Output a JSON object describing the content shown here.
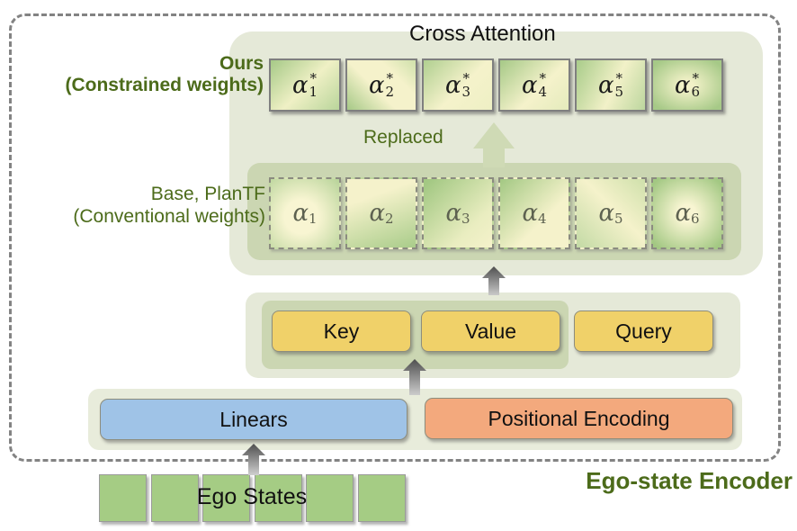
{
  "diagram": {
    "title": "Cross Attention",
    "encoder_label": "Ego-state Encoder",
    "replaced_label": "Replaced",
    "constrained": {
      "label_line1": "Ours",
      "label_line2": "(Constrained weights)",
      "boxes": [
        {
          "sym": "α",
          "sup": "*",
          "sub": "1",
          "variant": "g1"
        },
        {
          "sym": "α",
          "sup": "*",
          "sub": "2",
          "variant": "g2"
        },
        {
          "sym": "α",
          "sup": "*",
          "sub": "3",
          "variant": "g3"
        },
        {
          "sym": "α",
          "sup": "*",
          "sub": "4",
          "variant": "g4"
        },
        {
          "sym": "α",
          "sup": "*",
          "sub": "5",
          "variant": "g5"
        },
        {
          "sym": "α",
          "sup": "*",
          "sub": "6",
          "variant": "g6"
        }
      ]
    },
    "conventional": {
      "label_line1": "Base, PlanTF",
      "label_line2": "(Conventional weights)",
      "boxes": [
        {
          "sym": "α",
          "sub": "1",
          "variant": "h1"
        },
        {
          "sym": "α",
          "sub": "2",
          "variant": "h2"
        },
        {
          "sym": "α",
          "sub": "3",
          "variant": "h3"
        },
        {
          "sym": "α",
          "sub": "4",
          "variant": "h4"
        },
        {
          "sym": "α",
          "sub": "5",
          "variant": "h5"
        },
        {
          "sym": "α",
          "sub": "6",
          "variant": "h6"
        }
      ]
    },
    "kvq": {
      "key": "Key",
      "value": "Value",
      "query": "Query"
    },
    "bottom": {
      "linears": "Linears",
      "positional_encoding": "Positional Encoding"
    },
    "ego": {
      "label": "Ego States",
      "cell_count": 6
    },
    "colors": {
      "accent_text": "#4c6b1a",
      "container_light": "#e5e9d8",
      "container_mid": "#cbd6b2",
      "box_yellow": "#f0d169",
      "box_blue": "#9fc3e7",
      "box_orange": "#f3a97d",
      "ego_green": "#a5cc84",
      "weight_green": "#a6c987",
      "weight_cream": "#f5f2cb"
    }
  }
}
